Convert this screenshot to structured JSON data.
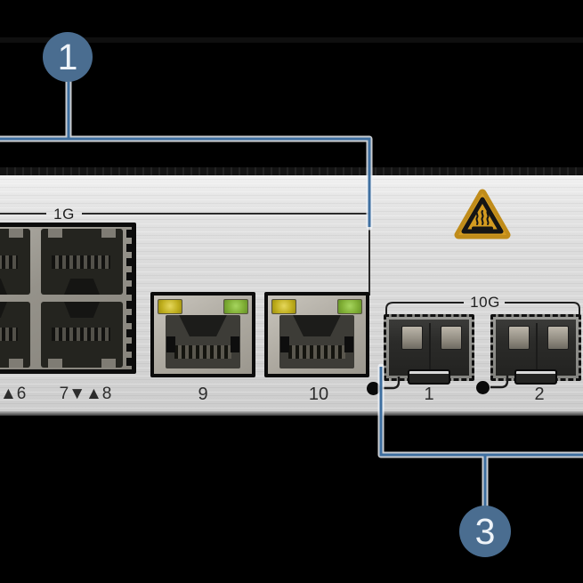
{
  "figure": {
    "type": "switch-front-panel-diagram",
    "background_color": "#000000"
  },
  "callouts": {
    "item1": {
      "number": "1"
    },
    "item3": {
      "number": "3"
    },
    "circle_color": "#4a6d90",
    "line_color": "#3e6fa0"
  },
  "panel": {
    "zone_1g_label": "1G",
    "zone_10g_label": "10G",
    "port_labels": {
      "arrows_left": "▲6",
      "arrows_right": "7▼▲8",
      "port9": "9",
      "port10": "10",
      "sfp1": "1",
      "sfp2": "2"
    },
    "icons": {
      "warning": "hot-surface-warning-icon",
      "led_dot_1": "sfp1-status-led-dot",
      "led_dot_2": "sfp2-status-led-dot"
    },
    "colors": {
      "metal": "#d9d9d9",
      "warning_amber": "#d49b20",
      "led_yellow": "#c2b11e",
      "led_green": "#7fae34"
    }
  }
}
